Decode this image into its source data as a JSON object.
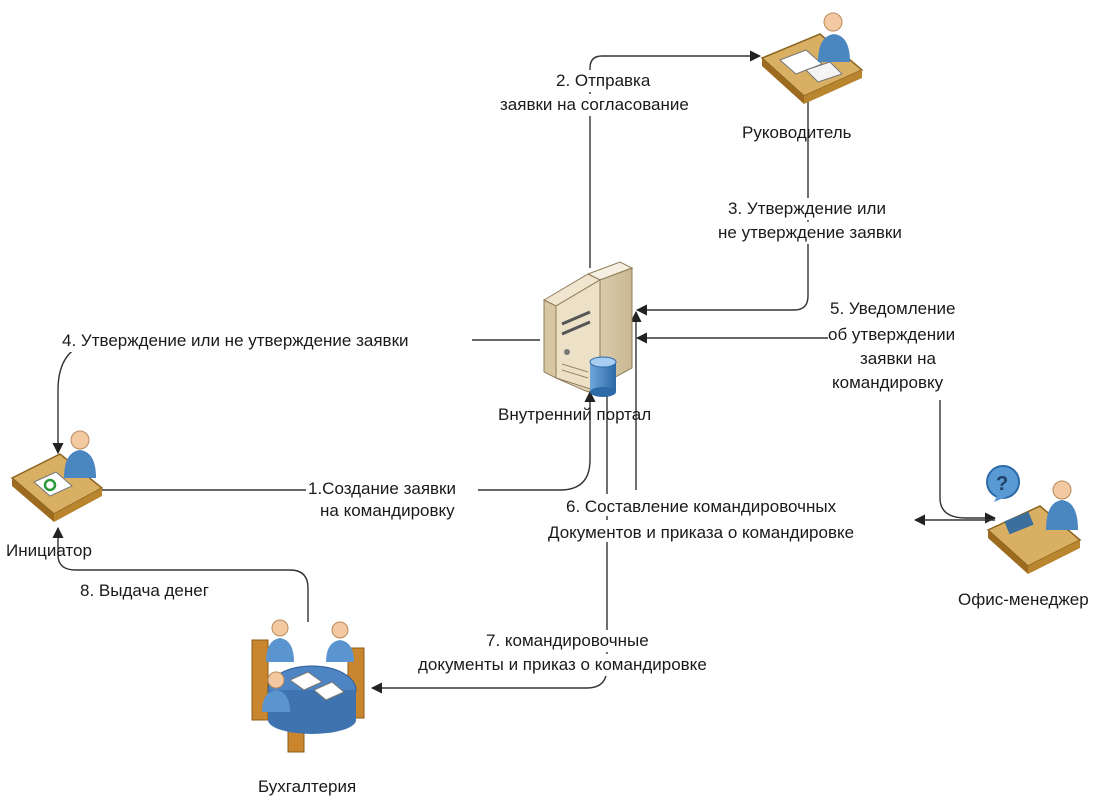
{
  "nodes": {
    "manager": "Руководитель",
    "portal": "Внутренний портал",
    "initiator": "Инициатор",
    "office_manager": "Офис-менеджер",
    "accounting": "Бухгалтерия"
  },
  "edges": {
    "e1": [
      "1.Создание заявки",
      "на командировку"
    ],
    "e2": [
      "2. Отправка",
      "заявки на согласование"
    ],
    "e3": [
      "3. Утверждение или",
      "не утверждение заявки"
    ],
    "e4": [
      "4. Утверждение или не утверждение заявки"
    ],
    "e5": [
      "5. Уведомление",
      "об утверждении",
      "заявки на",
      "командировку"
    ],
    "e6": [
      "6. Составление командировочных",
      "Документов и приказа о командировке"
    ],
    "e7": [
      "7. командировочные",
      "документы и приказ о командировке"
    ],
    "e8": [
      "8. Выдача денег"
    ]
  },
  "icons": {
    "manager": "person-at-desk-icon",
    "portal": "server-with-database-icon",
    "initiator": "person-at-desk-icon",
    "office_manager": "person-with-question-icon",
    "accounting": "group-at-table-icon"
  }
}
